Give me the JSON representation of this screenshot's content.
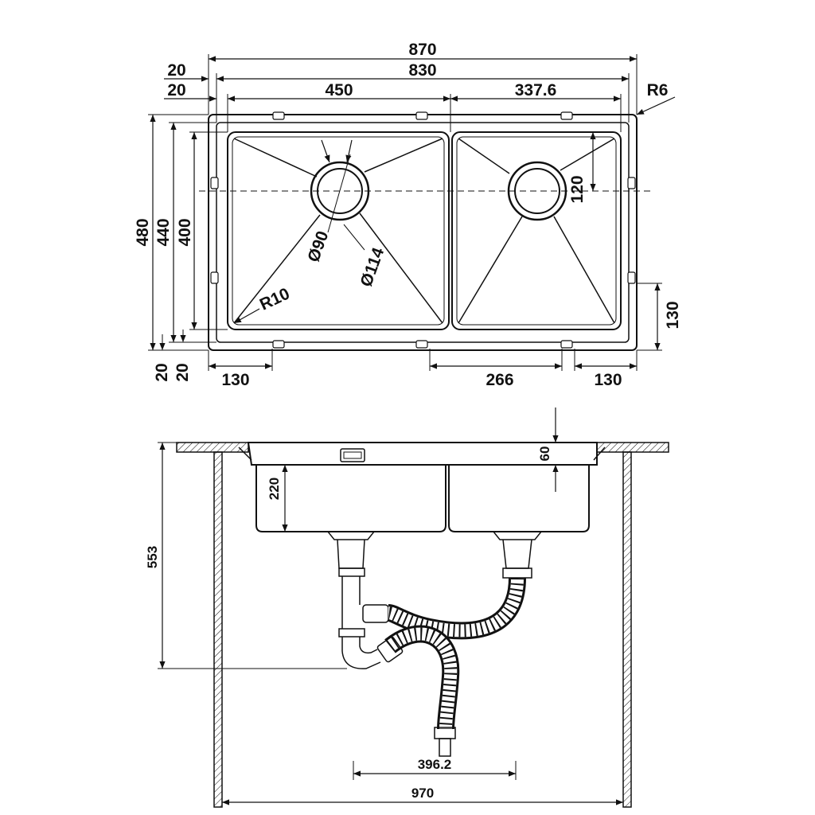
{
  "plan": {
    "overall_width": "870",
    "inner_width": "830",
    "flange_left_outer": "20",
    "flange_left_inner": "20",
    "left_bowl_width": "450",
    "right_bowl_width": "337.6",
    "corner_radius_outer": "R6",
    "overall_depth": "480",
    "inner_depth": "440",
    "bowl_depth": "400",
    "drain_offset": "120",
    "drain_inner_diameter": "Ø90",
    "drain_outer_diameter": "Ø114",
    "bowl_corner_radius": "R10",
    "bottom_left_margin": "130",
    "bottom_center_span": "266",
    "bottom_right_margin": "130",
    "right_clip_height": "130",
    "bottom_flange_outer": "20",
    "bottom_flange_inner": "20"
  },
  "section": {
    "cabinet_height": "553",
    "bowl_height": "220",
    "rim_height": "60",
    "outlet_spacing": "396.2",
    "cabinet_width": "970"
  },
  "colors": {
    "line": "#111111",
    "background": "#ffffff"
  }
}
